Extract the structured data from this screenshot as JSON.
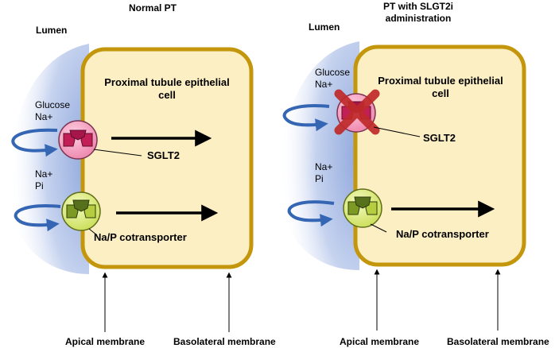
{
  "left_panel": {
    "title": "Normal PT",
    "lumen_label": "Lumen",
    "cell_label_line1": "Proximal tubule epithelial",
    "cell_label_line2": "cell",
    "ion_glucose": "Glucose",
    "ion_na_top": "Na+",
    "sglt2_label": "SGLT2",
    "ion_na_bottom": "Na+",
    "ion_pi": "Pi",
    "napt_label": "Na/P cotransporter",
    "apical_label": "Apical membrane",
    "basolateral_label": "Basolateral membrane"
  },
  "right_panel": {
    "title_line1": "PT with SLGT2i",
    "title_line2": "administration",
    "lumen_label": "Lumen",
    "cell_label_line1": "Proximal tubule epithelial",
    "cell_label_line2": "cell",
    "ion_glucose": "Glucose",
    "ion_na_top": "Na+",
    "sglt2_label": "SGLT2",
    "ion_na_bottom": "Na+",
    "ion_pi": "Pi",
    "napt_label": "Na/P cotransporter",
    "apical_label": "Apical membrane",
    "basolateral_label": "Basolateral membrane"
  },
  "colors": {
    "cell_fill": "#fdefc4",
    "cell_border": "#c3960b",
    "lumen_gradient_inner": "#9fb4e2",
    "sglt2_fill": "#f190b5",
    "sglt2_core": "#c21f57",
    "napt_fill": "#dbeb73",
    "napt_core": "#56701c",
    "cross": "#c02a2a",
    "curved_arrow": "#3566b4"
  }
}
